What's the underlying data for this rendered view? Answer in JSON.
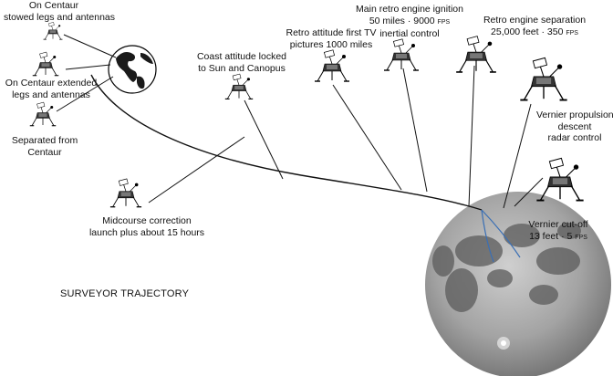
{
  "title": "SURVEYOR TRAJECTORY",
  "labels": {
    "stowed": [
      "On Centaur",
      "stowed legs and antennas"
    ],
    "extended": [
      "On Centaur extended",
      "legs and antennas"
    ],
    "separated": [
      "Separated from",
      "Centaur"
    ],
    "midcourse": [
      "Midcourse correction",
      "launch plus about 15 hours"
    ],
    "coast": [
      "Coast attitude locked",
      "to Sun and Canopus"
    ],
    "retro_attitude": [
      "Retro attitude first TV",
      "pictures 1000 miles"
    ],
    "main_retro": {
      "line1": "Main retro engine ignition",
      "line2": "50 miles · 9000",
      "unit": "FPS",
      "line3": "inertial control"
    },
    "separation": {
      "line1": "Retro engine separation",
      "line2": "25,000 feet · 350",
      "unit": "FPS"
    },
    "vernier": [
      "Vernier propulsion",
      "descent",
      "radar control"
    ],
    "cutoff": {
      "line1": "Vernier cut-off",
      "line2": "13 feet · 5",
      "unit": "FPS"
    }
  },
  "colors": {
    "line": "#111111",
    "descent": "#3a6fb5",
    "ocean": "#ffffff",
    "land": "#1a1a1a",
    "moon": "#8f8f8f"
  }
}
